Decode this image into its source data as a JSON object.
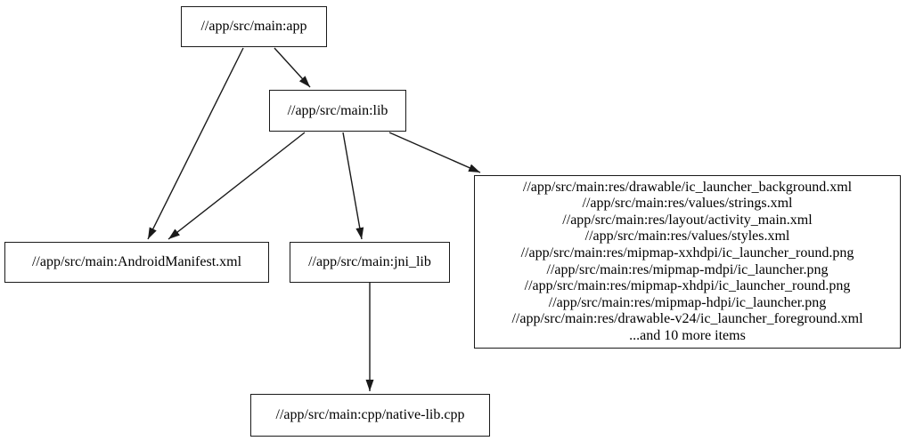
{
  "diagram": {
    "type": "build-dependency-graph",
    "colors": {
      "background": "#ffffff",
      "node_border": "#1a1a1a",
      "node_fill": "#ffffff",
      "edge": "#1a1a1a",
      "text": "#000000"
    },
    "nodes": {
      "app": {
        "label": "//app/src/main:app"
      },
      "lib": {
        "label": "//app/src/main:lib"
      },
      "manifest": {
        "label": "//app/src/main:AndroidManifest.xml"
      },
      "jni_lib": {
        "label": "//app/src/main:jni_lib"
      },
      "native": {
        "label": "//app/src/main:cpp/native-lib.cpp"
      },
      "resources": {
        "lines": [
          "//app/src/main:res/drawable/ic_launcher_background.xml",
          "//app/src/main:res/values/strings.xml",
          "//app/src/main:res/layout/activity_main.xml",
          "//app/src/main:res/values/styles.xml",
          "//app/src/main:res/mipmap-xxhdpi/ic_launcher_round.png",
          "//app/src/main:res/mipmap-mdpi/ic_launcher.png",
          "//app/src/main:res/mipmap-xhdpi/ic_launcher_round.png",
          "//app/src/main:res/mipmap-hdpi/ic_launcher.png",
          "//app/src/main:res/drawable-v24/ic_launcher_foreground.xml",
          "...and 10 more items"
        ]
      }
    },
    "edges": [
      {
        "from": "//app/src/main:app",
        "to": "//app/src/main:lib"
      },
      {
        "from": "//app/src/main:app",
        "to": "//app/src/main:AndroidManifest.xml"
      },
      {
        "from": "//app/src/main:lib",
        "to": "//app/src/main:AndroidManifest.xml"
      },
      {
        "from": "//app/src/main:lib",
        "to": "//app/src/main:jni_lib"
      },
      {
        "from": "//app/src/main:lib",
        "to": "//app/src/main:res (resources group)"
      },
      {
        "from": "//app/src/main:jni_lib",
        "to": "//app/src/main:cpp/native-lib.cpp"
      }
    ]
  }
}
